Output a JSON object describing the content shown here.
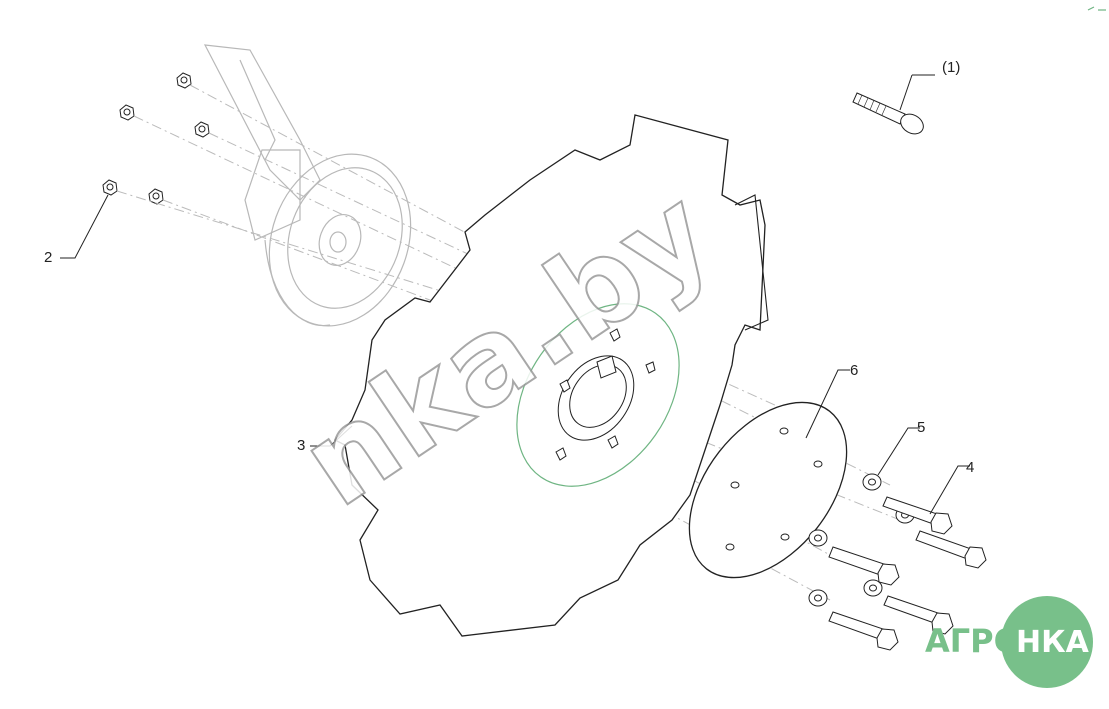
{
  "callouts": {
    "c1": "(1)",
    "c2": "2",
    "c3": "3",
    "c4": "4",
    "c5": "5",
    "c6": "6"
  },
  "watermark": "nka.by",
  "logo": {
    "left": "АГРО",
    "right": "НКА",
    "color": "#78c08a"
  },
  "colors": {
    "line": "#222222",
    "faint": "#9a9a9a",
    "green": "#6fb583"
  }
}
